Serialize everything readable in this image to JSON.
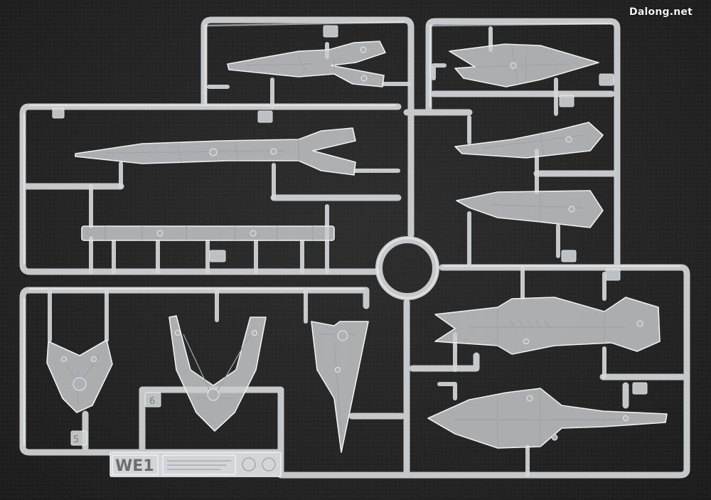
{
  "watermark": "Dalong.net",
  "runner_tag": {
    "code": "WE1"
  },
  "part_numbers": [
    "5",
    "6"
  ],
  "colors": {
    "background": "#262626",
    "sprue_plastic": "#d4d6d8",
    "part_fill": "#c9ccce"
  }
}
